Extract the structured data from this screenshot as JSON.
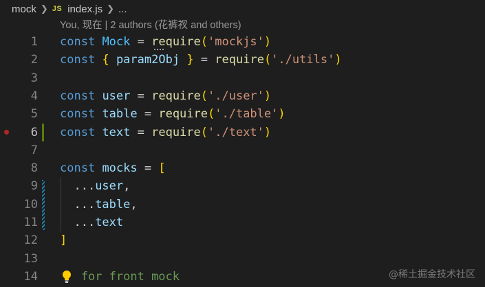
{
  "breadcrumb": {
    "folder": "mock",
    "file_icon": "JS",
    "file": "index.js",
    "trailing": "..."
  },
  "codelens": "You, 现在 | 2 authors (花裤衩 and others)",
  "lines": [
    {
      "n": "1",
      "tokens": [
        [
          "kw",
          "const"
        ],
        [
          "op",
          " "
        ],
        [
          "cst",
          "Mock"
        ],
        [
          "op",
          " = "
        ],
        [
          "fn",
          "require"
        ],
        [
          "br1",
          "("
        ],
        [
          "str",
          "'mockjs'"
        ],
        [
          "br1",
          ")"
        ]
      ]
    },
    {
      "n": "2",
      "tokens": [
        [
          "kw",
          "const"
        ],
        [
          "op",
          " "
        ],
        [
          "br1",
          "{"
        ],
        [
          "op",
          " "
        ],
        [
          "var",
          "param2Obj"
        ],
        [
          "op",
          " "
        ],
        [
          "br1",
          "}"
        ],
        [
          "op",
          " = "
        ],
        [
          "fn",
          "require"
        ],
        [
          "br1",
          "("
        ],
        [
          "str",
          "'./utils'"
        ],
        [
          "br1",
          ")"
        ]
      ]
    },
    {
      "n": "3",
      "tokens": []
    },
    {
      "n": "4",
      "tokens": [
        [
          "kw",
          "const"
        ],
        [
          "op",
          " "
        ],
        [
          "var",
          "user"
        ],
        [
          "op",
          " = "
        ],
        [
          "fn",
          "require"
        ],
        [
          "br1",
          "("
        ],
        [
          "str",
          "'./user'"
        ],
        [
          "br1",
          ")"
        ]
      ]
    },
    {
      "n": "5",
      "tokens": [
        [
          "kw",
          "const"
        ],
        [
          "op",
          " "
        ],
        [
          "var",
          "table"
        ],
        [
          "op",
          " = "
        ],
        [
          "fn",
          "require"
        ],
        [
          "br1",
          "("
        ],
        [
          "str",
          "'./table'"
        ],
        [
          "br1",
          ")"
        ]
      ]
    },
    {
      "n": "6",
      "tokens": [
        [
          "kw",
          "const"
        ],
        [
          "op",
          " "
        ],
        [
          "var",
          "text"
        ],
        [
          "op",
          " = "
        ],
        [
          "fn",
          "require"
        ],
        [
          "br1",
          "("
        ],
        [
          "str",
          "'./text'"
        ],
        [
          "br1",
          ")"
        ]
      ]
    },
    {
      "n": "7",
      "tokens": []
    },
    {
      "n": "8",
      "tokens": [
        [
          "kw",
          "const"
        ],
        [
          "op",
          " "
        ],
        [
          "var",
          "mocks"
        ],
        [
          "op",
          " = "
        ],
        [
          "br1",
          "["
        ]
      ]
    },
    {
      "n": "9",
      "tokens": [
        [
          "op",
          "  ..."
        ],
        [
          "var",
          "user"
        ],
        [
          "op",
          ","
        ]
      ]
    },
    {
      "n": "10",
      "tokens": [
        [
          "op",
          "  ..."
        ],
        [
          "var",
          "table"
        ],
        [
          "op",
          ","
        ]
      ]
    },
    {
      "n": "11",
      "tokens": [
        [
          "op",
          "  ..."
        ],
        [
          "var",
          "text"
        ]
      ]
    },
    {
      "n": "12",
      "tokens": [
        [
          "br1",
          "]"
        ]
      ]
    },
    {
      "n": "13",
      "tokens": []
    },
    {
      "n": "14",
      "tokens": [
        [
          "op",
          "   "
        ],
        [
          "cm",
          "for front mock"
        ]
      ]
    }
  ],
  "active_line": "6",
  "watermark": "@稀土掘金技术社区"
}
